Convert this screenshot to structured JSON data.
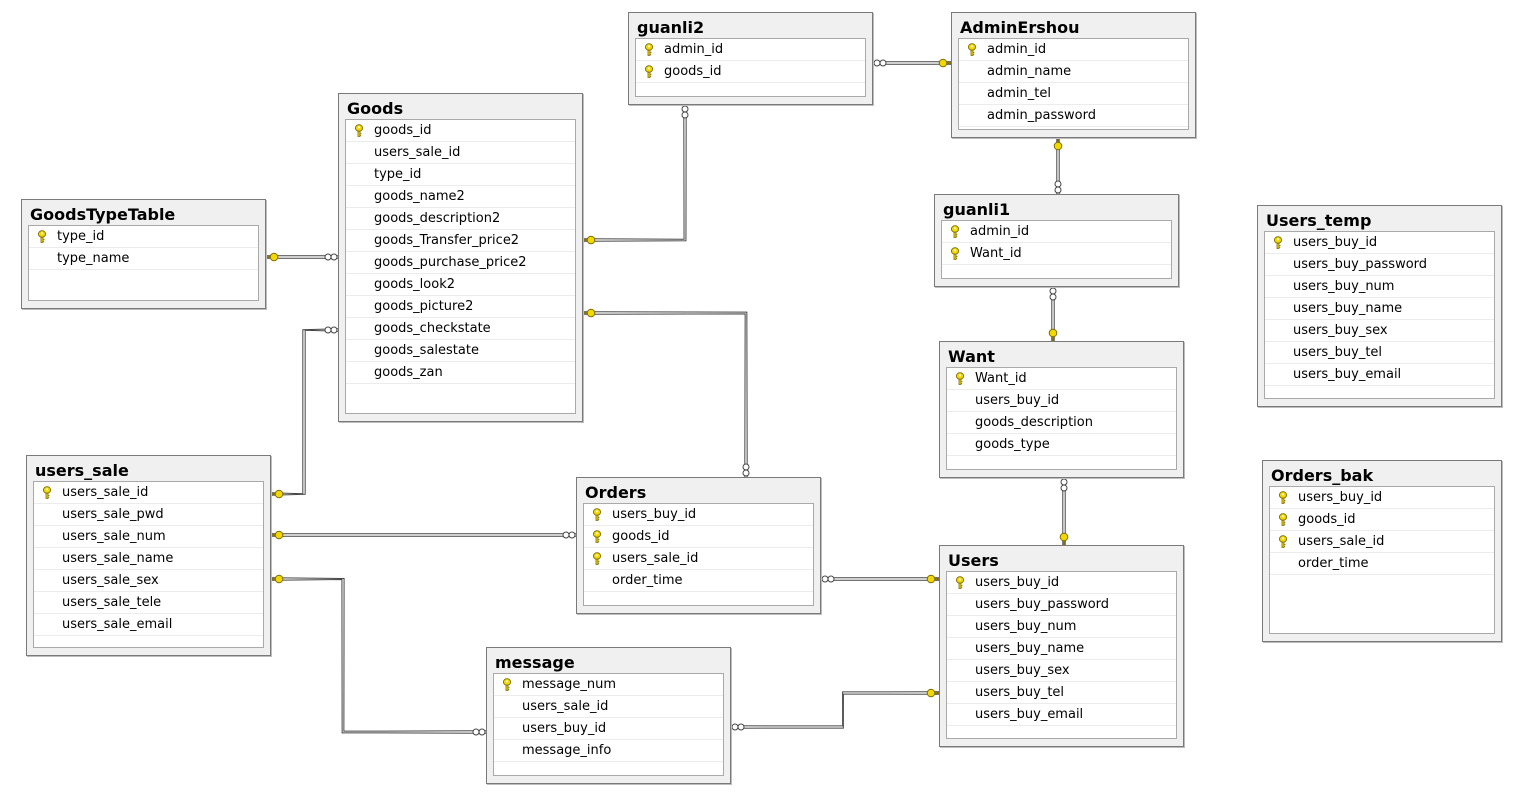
{
  "colors": {
    "key_fill": "#f3d800",
    "key_stroke": "#7d6b00",
    "line": "#444444",
    "header_bg": "#f0f0f0"
  },
  "tables": [
    {
      "id": "guanli2",
      "title": "guanli2",
      "columns": [
        {
          "name": "admin_id",
          "pk": true
        },
        {
          "name": "goods_id",
          "pk": true
        }
      ]
    },
    {
      "id": "adminershou",
      "title": "AdminErshou",
      "columns": [
        {
          "name": "admin_id",
          "pk": true
        },
        {
          "name": "admin_name",
          "pk": false
        },
        {
          "name": "admin_tel",
          "pk": false
        },
        {
          "name": "admin_password",
          "pk": false
        }
      ]
    },
    {
      "id": "goods",
      "title": "Goods",
      "columns": [
        {
          "name": "goods_id",
          "pk": true
        },
        {
          "name": "users_sale_id",
          "pk": false
        },
        {
          "name": "type_id",
          "pk": false
        },
        {
          "name": "goods_name2",
          "pk": false
        },
        {
          "name": "goods_description2",
          "pk": false
        },
        {
          "name": "goods_Transfer_price2",
          "pk": false
        },
        {
          "name": "goods_purchase_price2",
          "pk": false
        },
        {
          "name": "goods_look2",
          "pk": false
        },
        {
          "name": "goods_picture2",
          "pk": false
        },
        {
          "name": "goods_checkstate",
          "pk": false
        },
        {
          "name": "goods_salestate",
          "pk": false
        },
        {
          "name": "goods_zan",
          "pk": false
        }
      ]
    },
    {
      "id": "goodstypetable",
      "title": "GoodsTypeTable",
      "columns": [
        {
          "name": "type_id",
          "pk": true
        },
        {
          "name": "type_name",
          "pk": false
        }
      ]
    },
    {
      "id": "guanli1",
      "title": "guanli1",
      "columns": [
        {
          "name": "admin_id",
          "pk": true
        },
        {
          "name": "Want_id",
          "pk": true
        }
      ]
    },
    {
      "id": "users_temp",
      "title": "Users_temp",
      "columns": [
        {
          "name": "users_buy_id",
          "pk": true
        },
        {
          "name": "users_buy_password",
          "pk": false
        },
        {
          "name": "users_buy_num",
          "pk": false
        },
        {
          "name": "users_buy_name",
          "pk": false
        },
        {
          "name": "users_buy_sex",
          "pk": false
        },
        {
          "name": "users_buy_tel",
          "pk": false
        },
        {
          "name": "users_buy_email",
          "pk": false
        }
      ]
    },
    {
      "id": "want",
      "title": "Want",
      "columns": [
        {
          "name": "Want_id",
          "pk": true
        },
        {
          "name": "users_buy_id",
          "pk": false
        },
        {
          "name": "goods_description",
          "pk": false
        },
        {
          "name": "goods_type",
          "pk": false
        }
      ]
    },
    {
      "id": "users_sale",
      "title": "users_sale",
      "columns": [
        {
          "name": "users_sale_id",
          "pk": true
        },
        {
          "name": "users_sale_pwd",
          "pk": false
        },
        {
          "name": "users_sale_num",
          "pk": false
        },
        {
          "name": "users_sale_name",
          "pk": false
        },
        {
          "name": "users_sale_sex",
          "pk": false
        },
        {
          "name": "users_sale_tele",
          "pk": false
        },
        {
          "name": "users_sale_email",
          "pk": false
        }
      ]
    },
    {
      "id": "orders",
      "title": "Orders",
      "columns": [
        {
          "name": "users_buy_id",
          "pk": true
        },
        {
          "name": "goods_id",
          "pk": true
        },
        {
          "name": "users_sale_id",
          "pk": true
        },
        {
          "name": "order_time",
          "pk": false
        }
      ]
    },
    {
      "id": "orders_bak",
      "title": "Orders_bak",
      "columns": [
        {
          "name": "users_buy_id",
          "pk": true
        },
        {
          "name": "goods_id",
          "pk": true
        },
        {
          "name": "users_sale_id",
          "pk": true
        },
        {
          "name": "order_time",
          "pk": false
        }
      ]
    },
    {
      "id": "users",
      "title": "Users",
      "columns": [
        {
          "name": "users_buy_id",
          "pk": true
        },
        {
          "name": "users_buy_password",
          "pk": false
        },
        {
          "name": "users_buy_num",
          "pk": false
        },
        {
          "name": "users_buy_name",
          "pk": false
        },
        {
          "name": "users_buy_sex",
          "pk": false
        },
        {
          "name": "users_buy_tel",
          "pk": false
        },
        {
          "name": "users_buy_email",
          "pk": false
        }
      ]
    },
    {
      "id": "message",
      "title": "message",
      "columns": [
        {
          "name": "message_num",
          "pk": true
        },
        {
          "name": "users_sale_id",
          "pk": false
        },
        {
          "name": "users_buy_id",
          "pk": false
        },
        {
          "name": "message_info",
          "pk": false
        }
      ]
    }
  ],
  "relationships": [
    {
      "one": "adminershou",
      "many": "guanli2"
    },
    {
      "one": "goods",
      "many": "guanli2"
    },
    {
      "one": "goodstypetable",
      "many": "goods"
    },
    {
      "one": "adminershou",
      "many": "guanli1"
    },
    {
      "one": "want",
      "many": "guanli1"
    },
    {
      "one": "users_sale",
      "many": "goods"
    },
    {
      "one": "goods",
      "many": "orders"
    },
    {
      "one": "users_sale",
      "many": "orders"
    },
    {
      "one": "users",
      "many": "want"
    },
    {
      "one": "users",
      "many": "orders"
    },
    {
      "one": "users_sale",
      "many": "message"
    },
    {
      "one": "users",
      "many": "message"
    }
  ]
}
